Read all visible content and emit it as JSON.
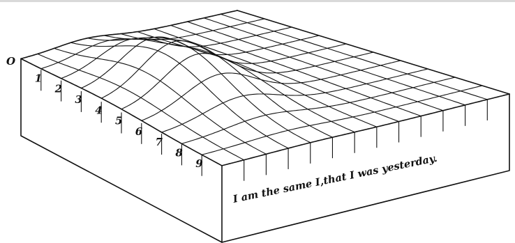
{
  "diagram": {
    "origin_label": "O",
    "row_labels": [
      "1",
      "2",
      "3",
      "4",
      "5",
      "6",
      "7",
      "8",
      "9"
    ],
    "caption": "I am the same I,that I was yesterday."
  }
}
